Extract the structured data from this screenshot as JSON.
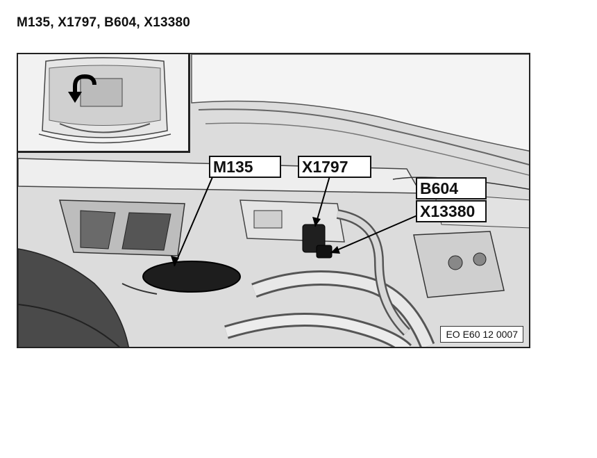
{
  "header": {
    "title": "M135, X1797, B604, X13380"
  },
  "figure": {
    "labels": {
      "m135": "M135",
      "x1797": "X1797",
      "b604": "B604",
      "x13380": "X13380"
    },
    "image_code": "EO E60 12 0007"
  },
  "icons": {
    "inset_arrow": "curved-arrow-icon"
  }
}
